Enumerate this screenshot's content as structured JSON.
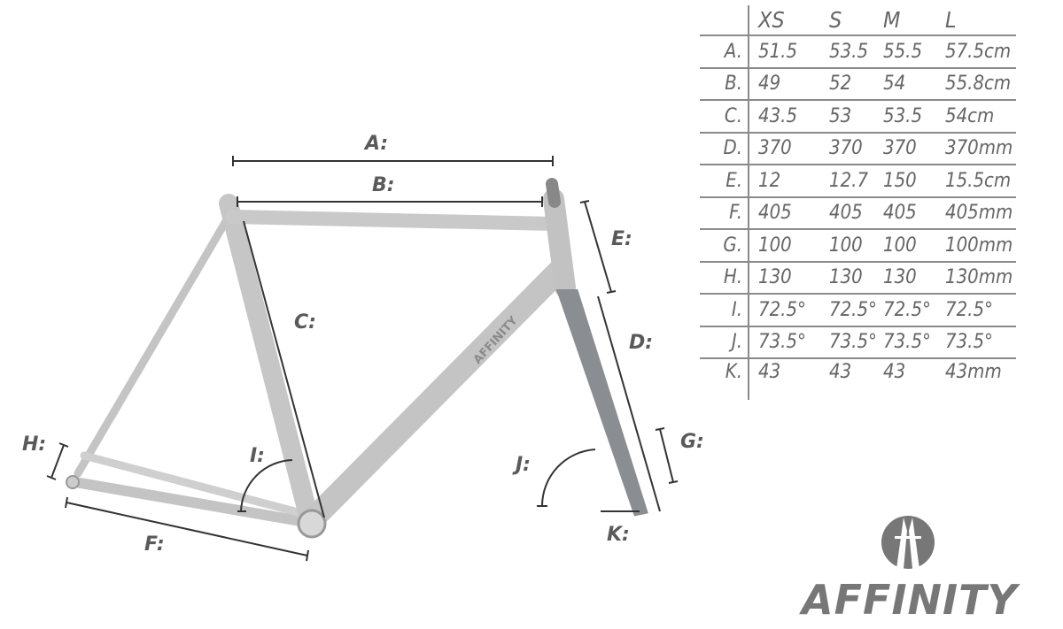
{
  "diagram": {
    "dimension_labels": [
      "A:",
      "B:",
      "C:",
      "D:",
      "E:",
      "F:",
      "G:",
      "H:",
      "I:",
      "J:",
      "K:"
    ],
    "downtube_text": "AFFINITY",
    "frame_color": "#c8c8c8",
    "fork_color": "#8a8d92",
    "line_color": "#333333"
  },
  "table": {
    "headers": [
      "XS",
      "S",
      "M",
      "L"
    ],
    "rows": [
      {
        "label": "A.",
        "values": [
          "51.5",
          "53.5",
          "55.5",
          "57.5cm"
        ]
      },
      {
        "label": "B.",
        "values": [
          "49",
          "52",
          "54",
          "55.8cm"
        ]
      },
      {
        "label": "C.",
        "values": [
          "43.5",
          "53",
          "53.5",
          "54cm"
        ]
      },
      {
        "label": "D.",
        "values": [
          "370",
          "370",
          "370",
          "370mm"
        ]
      },
      {
        "label": "E.",
        "values": [
          "12",
          "12.7",
          "150",
          "15.5cm"
        ]
      },
      {
        "label": "F.",
        "values": [
          "405",
          "405",
          "405",
          "405mm"
        ]
      },
      {
        "label": "G.",
        "values": [
          "100",
          "100",
          "100",
          "100mm"
        ]
      },
      {
        "label": "H.",
        "values": [
          "130",
          "130",
          "130",
          "130mm"
        ]
      },
      {
        "label": "I.",
        "values": [
          "72.5°",
          "72.5°",
          "72.5°",
          "72.5°"
        ]
      },
      {
        "label": "J.",
        "values": [
          "73.5°",
          "73.5°",
          "73.5°",
          "73.5°"
        ]
      },
      {
        "label": "K.",
        "values": [
          "43",
          "43",
          "43",
          "43mm"
        ]
      }
    ]
  },
  "logo": {
    "text": "AFFINITY",
    "color": "#777777"
  }
}
